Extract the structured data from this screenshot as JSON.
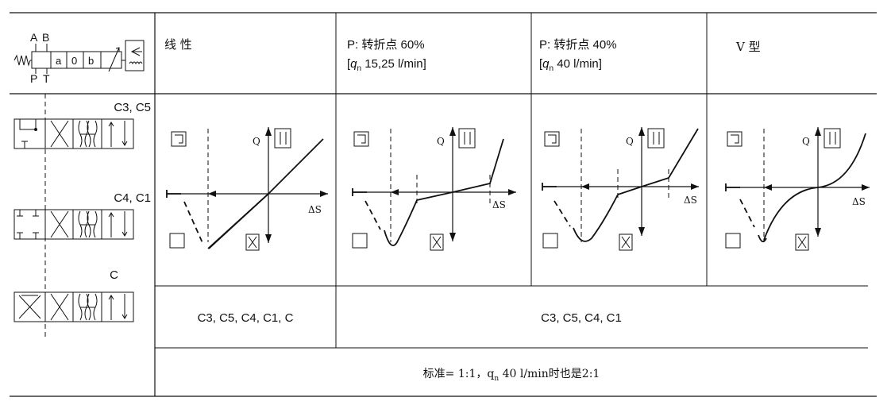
{
  "header": {
    "col_linear": "线 性",
    "col_break60_line1": "P: 转折点 60%",
    "col_break60_q": "q",
    "col_break60_sub": "n",
    "col_break60_line2": " 15,25 l/min]",
    "col_break40_line1": "P: 转折点 40%",
    "col_break40_q": "q",
    "col_break40_sub": "n",
    "col_break40_line2": " 40 l/min]",
    "col_v": "V 型",
    "bracket": "["
  },
  "symbol": {
    "port_a": "A",
    "port_b": "B",
    "port_p": "P",
    "port_t": "T",
    "pos_a": "a",
    "pos_0": "0",
    "pos_b": "b"
  },
  "spools": [
    {
      "label": "C3, C5"
    },
    {
      "label": "C4, C1"
    },
    {
      "label": "C"
    }
  ],
  "graph_labels": {
    "q_axis": "Q",
    "s_axis": "ΔS"
  },
  "row_spools": {
    "linear_cell": "C3, C5, C4, C1, C",
    "other_cell": "C3, C5, C4, C1"
  },
  "footer": {
    "prefix": "标准= 1:1，q",
    "sub": "n",
    "suffix": " 40 l/min时也是2:1"
  }
}
